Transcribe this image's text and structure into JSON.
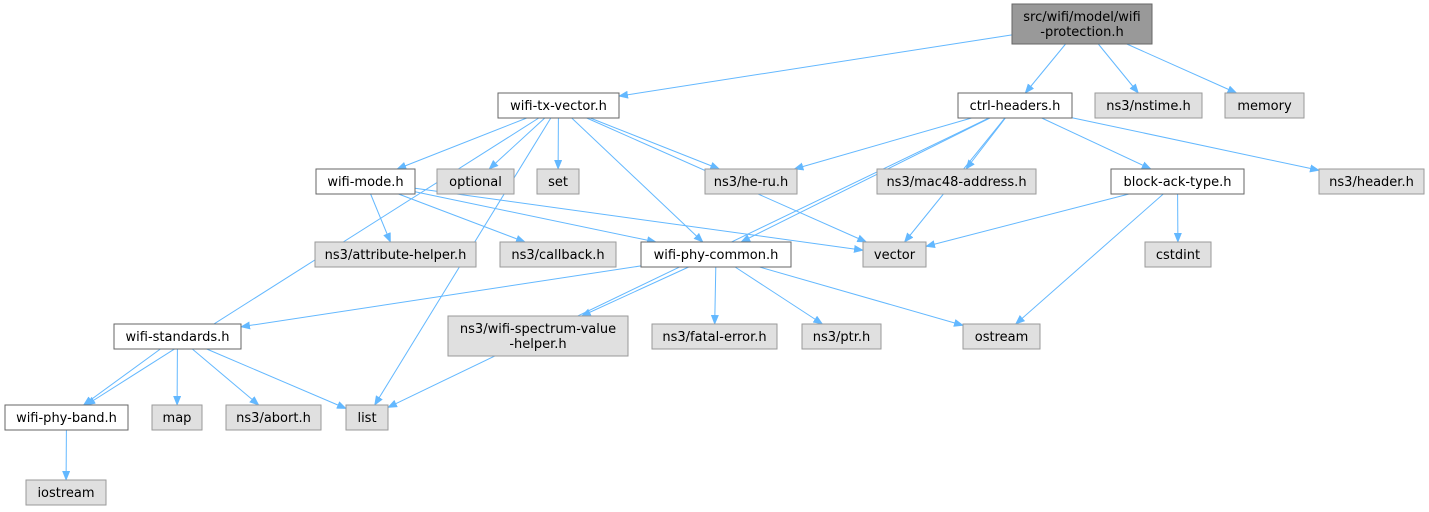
{
  "colors": {
    "root_fill": "#999999",
    "local_fill": "#ffffff",
    "system_fill": "#e0e0e0",
    "border": "#999999",
    "local_border": "#666666",
    "edge": "#63b8ff",
    "text": "#000000"
  },
  "nodes": {
    "root": {
      "label": [
        "src/wifi/model/wifi",
        "-protection.h"
      ],
      "kind": "root"
    },
    "wifi_tx_vector": {
      "label": [
        "wifi-tx-vector.h"
      ],
      "kind": "local"
    },
    "ctrl_headers": {
      "label": [
        "ctrl-headers.h"
      ],
      "kind": "local"
    },
    "nstime": {
      "label": [
        "ns3/nstime.h"
      ],
      "kind": "system"
    },
    "memory": {
      "label": [
        "memory"
      ],
      "kind": "system"
    },
    "wifi_mode": {
      "label": [
        "wifi-mode.h"
      ],
      "kind": "local"
    },
    "optional": {
      "label": [
        "optional"
      ],
      "kind": "system"
    },
    "set": {
      "label": [
        "set"
      ],
      "kind": "system"
    },
    "he_ru": {
      "label": [
        "ns3/he-ru.h"
      ],
      "kind": "system"
    },
    "mac48": {
      "label": [
        "ns3/mac48-address.h"
      ],
      "kind": "system"
    },
    "block_ack_type": {
      "label": [
        "block-ack-type.h"
      ],
      "kind": "local"
    },
    "header": {
      "label": [
        "ns3/header.h"
      ],
      "kind": "system"
    },
    "attribute_helper": {
      "label": [
        "ns3/attribute-helper.h"
      ],
      "kind": "system"
    },
    "callback": {
      "label": [
        "ns3/callback.h"
      ],
      "kind": "system"
    },
    "wifi_phy_common": {
      "label": [
        "wifi-phy-common.h"
      ],
      "kind": "local"
    },
    "vector": {
      "label": [
        "vector"
      ],
      "kind": "system"
    },
    "cstdint": {
      "label": [
        "cstdint"
      ],
      "kind": "system"
    },
    "wifi_standards": {
      "label": [
        "wifi-standards.h"
      ],
      "kind": "local"
    },
    "spectrum_value_helper": {
      "label": [
        "ns3/wifi-spectrum-value",
        "-helper.h"
      ],
      "kind": "system"
    },
    "fatal_error": {
      "label": [
        "ns3/fatal-error.h"
      ],
      "kind": "system"
    },
    "ptr": {
      "label": [
        "ns3/ptr.h"
      ],
      "kind": "system"
    },
    "ostream": {
      "label": [
        "ostream"
      ],
      "kind": "system"
    },
    "wifi_phy_band": {
      "label": [
        "wifi-phy-band.h"
      ],
      "kind": "local"
    },
    "map": {
      "label": [
        "map"
      ],
      "kind": "system"
    },
    "abort": {
      "label": [
        "ns3/abort.h"
      ],
      "kind": "system"
    },
    "list": {
      "label": [
        "list"
      ],
      "kind": "system"
    },
    "iostream": {
      "label": [
        "iostream"
      ],
      "kind": "system"
    }
  },
  "edges": [
    [
      "root",
      "wifi_tx_vector"
    ],
    [
      "root",
      "ctrl_headers"
    ],
    [
      "root",
      "nstime"
    ],
    [
      "root",
      "memory"
    ],
    [
      "wifi_tx_vector",
      "wifi_mode"
    ],
    [
      "wifi_tx_vector",
      "optional"
    ],
    [
      "wifi_tx_vector",
      "set"
    ],
    [
      "wifi_tx_vector",
      "he_ru"
    ],
    [
      "wifi_tx_vector",
      "wifi_phy_common"
    ],
    [
      "wifi_tx_vector",
      "vector"
    ],
    [
      "wifi_tx_vector",
      "list"
    ],
    [
      "wifi_tx_vector",
      "wifi_phy_band"
    ],
    [
      "ctrl_headers",
      "he_ru"
    ],
    [
      "ctrl_headers",
      "mac48"
    ],
    [
      "ctrl_headers",
      "block_ack_type"
    ],
    [
      "ctrl_headers",
      "header"
    ],
    [
      "ctrl_headers",
      "wifi_phy_common"
    ],
    [
      "ctrl_headers",
      "vector"
    ],
    [
      "ctrl_headers",
      "list"
    ],
    [
      "wifi_mode",
      "attribute_helper"
    ],
    [
      "wifi_mode",
      "callback"
    ],
    [
      "wifi_mode",
      "wifi_phy_common"
    ],
    [
      "wifi_mode",
      "vector"
    ],
    [
      "block_ack_type",
      "vector"
    ],
    [
      "block_ack_type",
      "cstdint"
    ],
    [
      "block_ack_type",
      "ostream"
    ],
    [
      "wifi_phy_common",
      "wifi_standards"
    ],
    [
      "wifi_phy_common",
      "spectrum_value_helper"
    ],
    [
      "wifi_phy_common",
      "fatal_error"
    ],
    [
      "wifi_phy_common",
      "ptr"
    ],
    [
      "wifi_phy_common",
      "ostream"
    ],
    [
      "wifi_standards",
      "wifi_phy_band"
    ],
    [
      "wifi_standards",
      "map"
    ],
    [
      "wifi_standards",
      "abort"
    ],
    [
      "wifi_standards",
      "list"
    ],
    [
      "wifi_phy_band",
      "iostream"
    ]
  ]
}
